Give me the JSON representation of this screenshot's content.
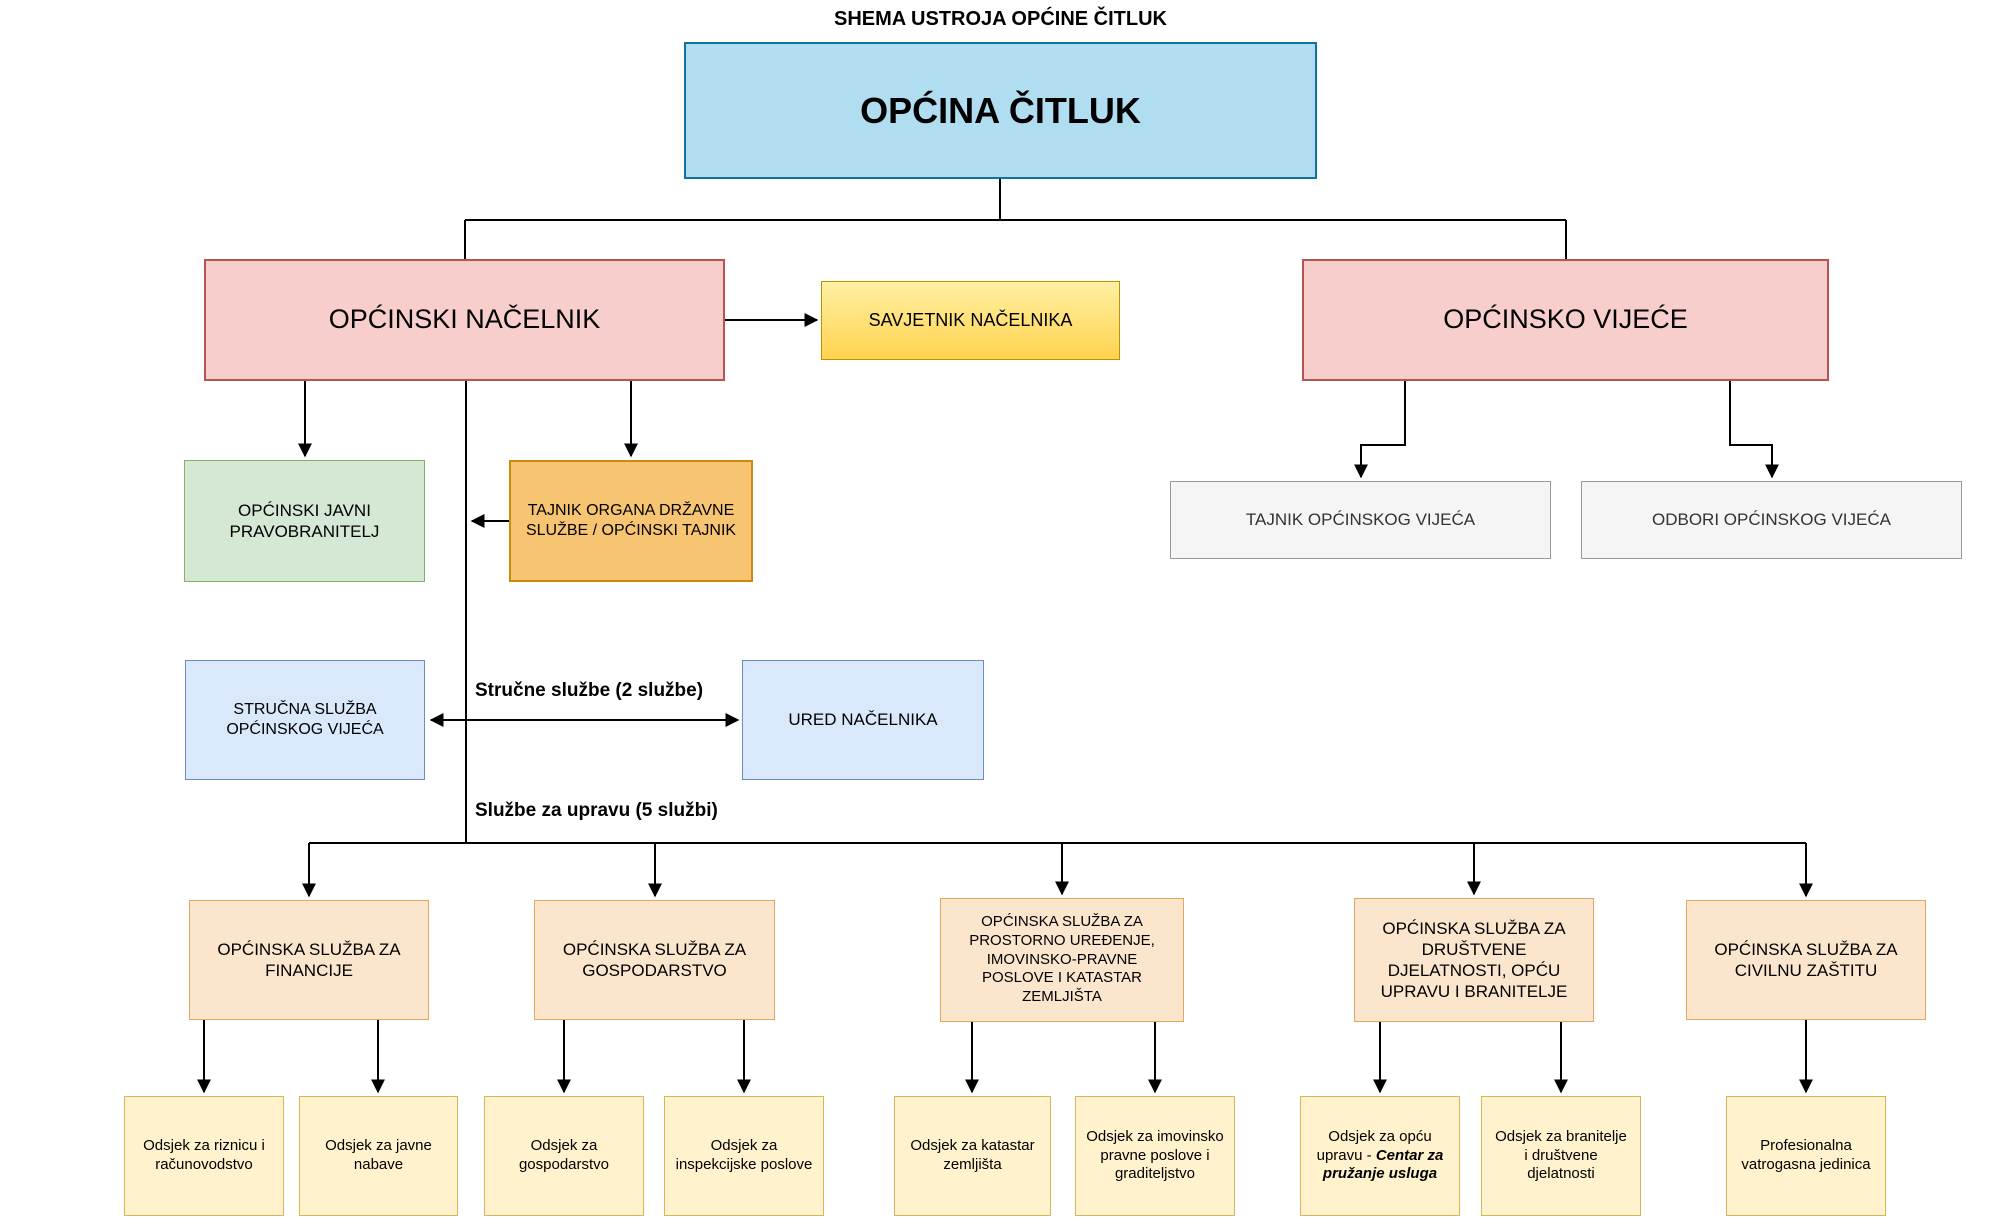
{
  "title": "SHEMA USTROJA OPĆINE ČITLUK",
  "colors": {
    "municipality_fill": "#b1ddf0",
    "municipality_border": "#10739e",
    "executive_fill": "#f8cecc",
    "executive_border": "#b85450",
    "advisor_fill_top": "#fff0a3",
    "advisor_fill_bottom": "#ffd34f",
    "advisor_border": "#bf9000",
    "attorney_fill": "#d5e8d4",
    "attorney_border": "#82b366",
    "secretary_fill": "#f7c571",
    "secretary_border": "#c98b0c",
    "council_unit_fill": "#f5f5f5",
    "council_unit_border": "#999999",
    "expert_service_fill": "#dae8fc",
    "expert_service_border": "#6c8ebf",
    "admin_service_fill": "#fbe5cd",
    "admin_service_border": "#e0a75e",
    "subunit_fill": "#fff2cc",
    "subunit_border": "#d6b656",
    "line_color": "#000000"
  },
  "nodes": {
    "opcina": "OPĆINA ČITLUK",
    "nacelnik": "OPĆINSKI NAČELNIK",
    "savjetnik": "SAVJETNIK NAČELNIKA",
    "vijece": "OPĆINSKO VIJEĆE",
    "pravobranitelj": "OPĆINSKI JAVNI PRAVOBRANITELJ",
    "tajnik_organa": "TAJNIK ORGANA DRŽAVNE SLUŽBE / OPĆINSKI TAJNIK",
    "tajnik_vijeca": "TAJNIK OPĆINSKOG VIJEĆA",
    "odbori": "ODBORI OPĆINSKOG VIJEĆA",
    "strucna_sluzba": "STRUČNA SLUŽBA OPĆINSKOG VIJEĆA",
    "ured_nacelnika": "URED NAČELNIKA"
  },
  "section_labels": {
    "strucne_sluzbe": "Stručne službe (2 službe)",
    "sluzbe_za_upravu": "Službe za upravu (5 službi)"
  },
  "services": [
    {
      "label": "OPĆINSKA SLUŽBA ZA FINANCIJE"
    },
    {
      "label": "OPĆINSKA SLUŽBA ZA GOSPODARSTVO"
    },
    {
      "label": "OPĆINSKA SLUŽBA ZA PROSTORNO UREĐENJE, IMOVINSKO-PRAVNE POSLOVE I KATASTAR ZEMLJIŠTA"
    },
    {
      "label": "OPĆINSKA SLUŽBA ZA DRUŠTVENE DJELATNOSTI, OPĆU UPRAVU I BRANITELJE"
    },
    {
      "label": "OPĆINSKA SLUŽBA ZA CIVILNU ZAŠTITU"
    }
  ],
  "subunits": [
    {
      "label": "Odsjek za riznicu i računovodstvo"
    },
    {
      "label": "Odsjek za javne nabave"
    },
    {
      "label": "Odsjek za gospodarstvo"
    },
    {
      "label": "Odsjek za inspekcijske poslove"
    },
    {
      "label": "Odsjek za katastar zemljišta"
    },
    {
      "label": "Odsjek za imovinsko pravne poslove i graditeljstvo"
    },
    {
      "prefix": "Odsjek za opću upravu - ",
      "italic": "Centar za pružanje usluga"
    },
    {
      "label": "Odsjek za branitelje i društvene djelatnosti"
    },
    {
      "label": "Profesionalna vatrogasna jedinica"
    }
  ]
}
